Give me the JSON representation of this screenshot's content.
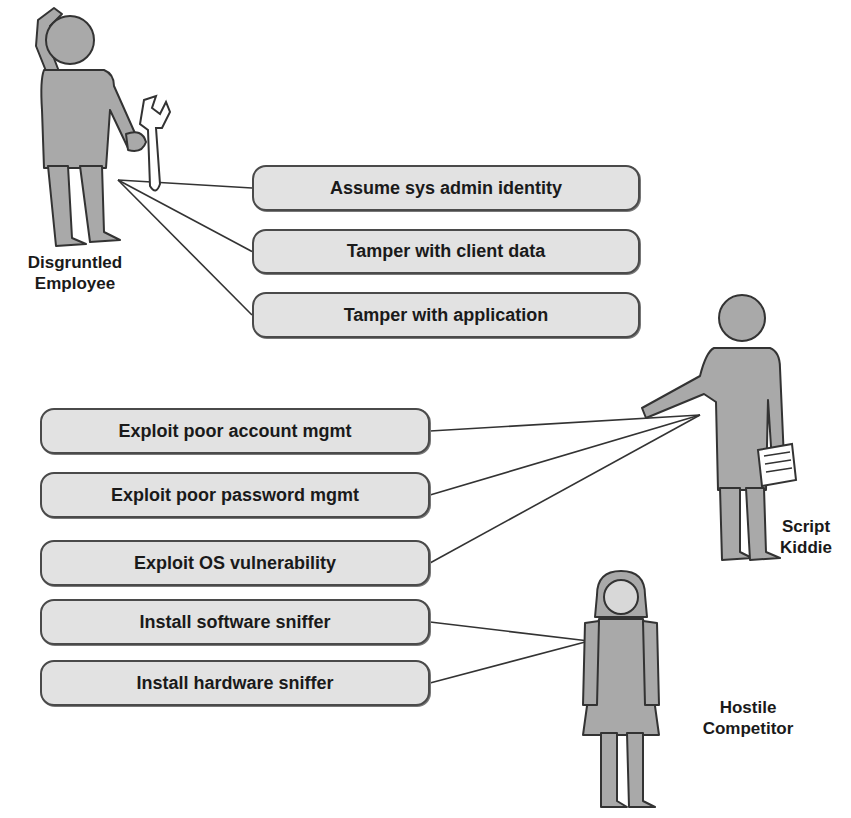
{
  "diagram": {
    "nodes": [
      {
        "text": [
          "Disgruntled Employee"
        ]
      },
      {
        "text": [
          "Assume sys admin identity"
        ]
      },
      {
        "text": [
          "Tamper with client data"
        ]
      },
      {
        "text": [
          "Tamper with application"
        ]
      },
      {
        "text": [
          "Script Kiddie"
        ]
      },
      {
        "text": [
          "Exploit poor account mgmt"
        ]
      },
      {
        "text": [
          "Exploit poor password mgmt"
        ]
      },
      {
        "text": [
          "Exploit OS vulnerability"
        ]
      },
      {
        "text": [
          "Install software sniffer"
        ]
      },
      {
        "text": [
          "Install hardware sniffer"
        ]
      },
      {
        "text": [
          "Hostile Competitor"
        ]
      }
    ],
    "edges": [
      {
        "from": 0,
        "to": 1,
        "arrow": "none"
      },
      {
        "from": 0,
        "to": 2,
        "arrow": "none"
      },
      {
        "from": 0,
        "to": 3,
        "arrow": "none"
      },
      {
        "from": 4,
        "to": 5,
        "arrow": "none"
      },
      {
        "from": 4,
        "to": 6,
        "arrow": "none"
      },
      {
        "from": 4,
        "to": 7,
        "arrow": "none"
      },
      {
        "from": 10,
        "to": 8,
        "arrow": "none"
      },
      {
        "from": 10,
        "to": 9,
        "arrow": "none"
      }
    ]
  }
}
